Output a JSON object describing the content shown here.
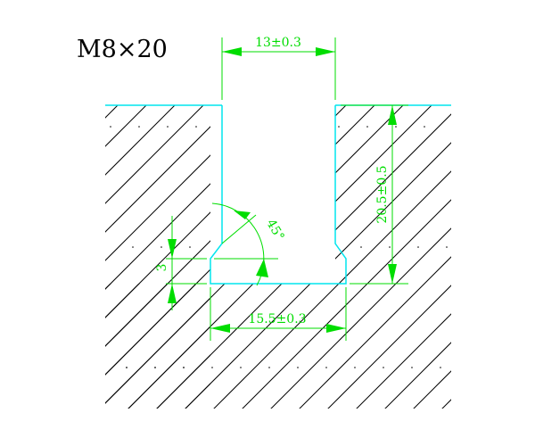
{
  "title": "M8×20",
  "dimensions": {
    "top_width": "13±0.3",
    "bottom_width": "15.5±0.3",
    "depth": "20.5±0.5",
    "undercut_height": "3",
    "chamfer_angle": "45°"
  },
  "colors": {
    "outline": "#00e5ee",
    "dimension": "#00dd00",
    "hatch": "#000000",
    "background": "#ffffff",
    "text": "#000000"
  }
}
